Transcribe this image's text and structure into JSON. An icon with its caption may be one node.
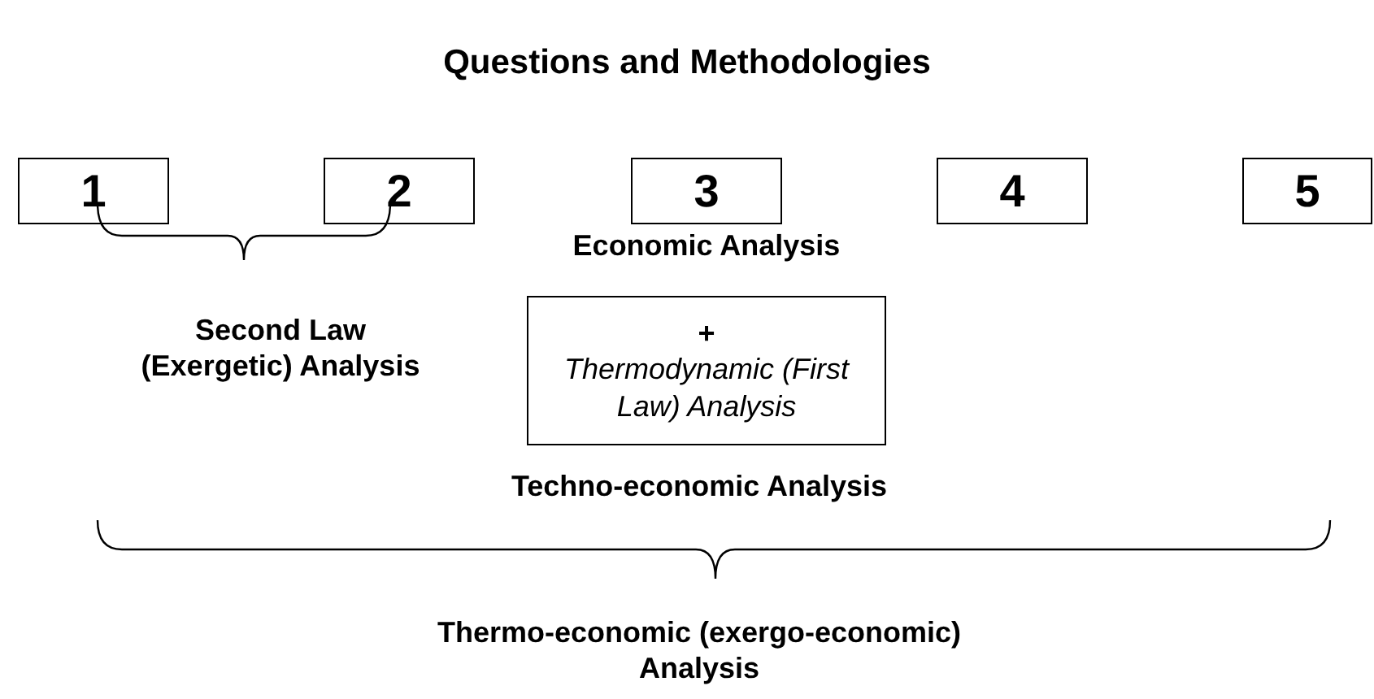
{
  "diagram": {
    "title": "Questions and Methodologies",
    "nodes": [
      {
        "text": [
          "1"
        ]
      },
      {
        "text": [
          "2"
        ]
      },
      {
        "text": [
          "3"
        ]
      },
      {
        "text": [
          "4"
        ]
      },
      {
        "text": [
          "5"
        ]
      },
      {
        "text": [
          "Economic Analysis",
          "+",
          "Thermodynamic (First Law) Analysis"
        ]
      }
    ],
    "edges": [],
    "labels": [
      "Second Law (Exergetic) Analysis",
      "Techno-economic Analysis",
      "Thermo-economic (exergo-economic) Analysis"
    ]
  }
}
